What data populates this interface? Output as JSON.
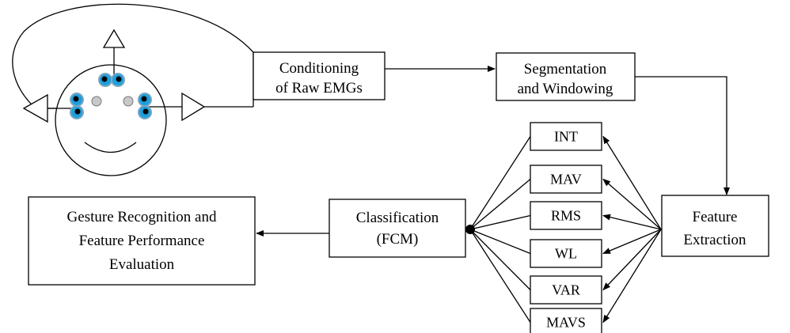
{
  "nodes": {
    "conditioning": [
      "Conditioning",
      "of Raw EMGs"
    ],
    "segmentation": [
      "Segmentation",
      "and Windowing"
    ],
    "feature_extraction": [
      "Feature",
      "Extraction"
    ],
    "classification": [
      "Classification",
      "(FCM)"
    ],
    "gesture": [
      "Gesture Recognition and",
      "Feature Performance",
      "Evaluation"
    ]
  },
  "features": [
    "INT",
    "MAV",
    "RMS",
    "WL",
    "VAR",
    "MAVS"
  ],
  "colors": {
    "electrode_outer": "#7aa6c2",
    "electrode_fill": "#1e9fdc",
    "electrode_dot": "#000000",
    "reference_dot": "#c8c8c8",
    "stroke": "#000000"
  },
  "icons": {
    "head": "face-with-electrodes-icon",
    "electrode": "electrode-icon"
  }
}
